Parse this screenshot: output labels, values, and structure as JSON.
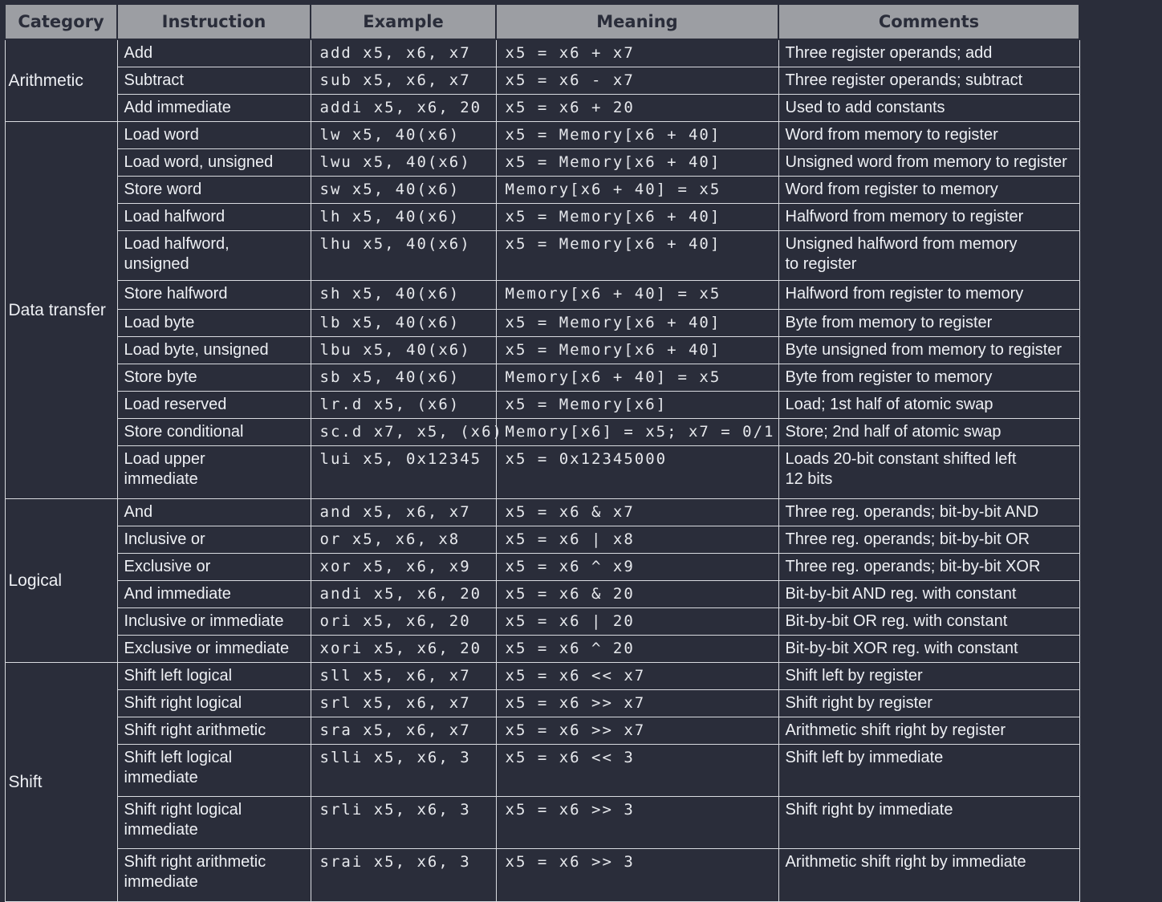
{
  "headers": [
    "Category",
    "Instruction",
    "Example",
    "Meaning",
    "Comments"
  ],
  "groups": [
    {
      "category": "Arithmetic",
      "rows": [
        {
          "instruction": "Add",
          "example": "add x5, x6, x7",
          "meaning": "x5 = x6 + x7",
          "comment": "Three register operands; add"
        },
        {
          "instruction": "Subtract",
          "example": "sub x5, x6, x7",
          "meaning": "x5 = x6 - x7",
          "comment": "Three register operands; subtract"
        },
        {
          "instruction": "Add immediate",
          "example": "addi x5, x6, 20",
          "meaning": "x5 = x6 + 20",
          "comment": "Used to add constants"
        }
      ]
    },
    {
      "category": "Data transfer",
      "rows": [
        {
          "instruction": "Load word",
          "example": "lw x5, 40(x6)",
          "meaning": "x5 = Memory[x6 + 40]",
          "comment": "Word from memory to register"
        },
        {
          "instruction": "Load word, unsigned",
          "example": "lwu x5, 40(x6)",
          "meaning": "x5 = Memory[x6 + 40]",
          "comment": "Unsigned word from memory to register"
        },
        {
          "instruction": "Store word",
          "example": "sw x5, 40(x6)",
          "meaning": "Memory[x6 + 40] = x5",
          "comment": "Word from register to memory"
        },
        {
          "instruction": "Load halfword",
          "example": "lh x5, 40(x6)",
          "meaning": "x5 = Memory[x6 + 40]",
          "comment": "Halfword from memory to register"
        },
        {
          "instruction": "Load halfword,\nunsigned",
          "example": "lhu x5, 40(x6)",
          "meaning": "x5 = Memory[x6 + 40]",
          "comment": "Unsigned halfword from memory\nto register"
        },
        {
          "instruction": "Store halfword",
          "example": "sh x5, 40(x6)",
          "meaning": "Memory[x6 + 40] = x5",
          "comment": "Halfword from register to memory"
        },
        {
          "instruction": "Load byte",
          "example": "lb x5, 40(x6)",
          "meaning": "x5 = Memory[x6 + 40]",
          "comment": "Byte from memory to register"
        },
        {
          "instruction": "Load byte, unsigned",
          "example": "lbu x5, 40(x6)",
          "meaning": "x5 = Memory[x6 + 40]",
          "comment": "Byte unsigned from memory to register"
        },
        {
          "instruction": "Store byte",
          "example": "sb x5, 40(x6)",
          "meaning": "Memory[x6 + 40] = x5",
          "comment": "Byte from register to memory"
        },
        {
          "instruction": "Load reserved",
          "example": "lr.d x5, (x6)",
          "meaning": "x5 = Memory[x6]",
          "comment": "Load; 1st half of atomic swap"
        },
        {
          "instruction": "Store conditional",
          "example": "sc.d x7, x5, (x6)",
          "meaning": "Memory[x6] = x5; x7 = 0/1",
          "comment": "Store; 2nd half of atomic swap"
        },
        {
          "instruction": "Load upper\nimmediate",
          "example": "lui x5, 0x12345",
          "meaning": "x5 = 0x12345000",
          "comment": "Loads 20-bit constant shifted left\n12 bits"
        }
      ]
    },
    {
      "category": "Logical",
      "rows": [
        {
          "instruction": "And",
          "example": "and x5, x6, x7",
          "meaning": "x5 = x6 & x7",
          "comment": "Three reg. operands; bit-by-bit AND"
        },
        {
          "instruction": "Inclusive or",
          "example": "or x5, x6, x8",
          "meaning": "x5 = x6 | x8",
          "comment": "Three reg. operands; bit-by-bit OR"
        },
        {
          "instruction": "Exclusive or",
          "example": "xor x5, x6, x9",
          "meaning": "x5 = x6 ^ x9",
          "comment": "Three reg. operands; bit-by-bit XOR"
        },
        {
          "instruction": "And immediate",
          "example": "andi x5, x6, 20",
          "meaning": "x5 = x6 & 20",
          "comment": "Bit-by-bit AND reg. with constant"
        },
        {
          "instruction": "Inclusive or immediate",
          "example": "ori x5, x6, 20",
          "meaning": "x5 = x6 | 20",
          "comment": "Bit-by-bit OR reg. with constant"
        },
        {
          "instruction": "Exclusive or immediate",
          "example": "xori x5, x6, 20",
          "meaning": "x5 = x6 ^ 20",
          "comment": "Bit-by-bit XOR reg. with constant"
        }
      ]
    },
    {
      "category": "Shift",
      "rows": [
        {
          "instruction": "Shift left logical",
          "example": "sll x5, x6, x7",
          "meaning": "x5 = x6 << x7",
          "comment": "Shift left by register"
        },
        {
          "instruction": "Shift right logical",
          "example": "srl x5, x6, x7",
          "meaning": "x5 = x6 >> x7",
          "comment": "Shift right by register"
        },
        {
          "instruction": "Shift right arithmetic",
          "example": "sra x5, x6, x7",
          "meaning": "x5 = x6 >> x7",
          "comment": "Arithmetic shift right by register"
        },
        {
          "instruction": "Shift left logical\nimmediate",
          "example": "slli x5, x6, 3",
          "meaning": "x5 = x6 << 3",
          "comment": "Shift left by immediate"
        },
        {
          "instruction": "Shift right logical\nimmediate",
          "example": "srli x5, x6, 3",
          "meaning": "x5 = x6 >> 3",
          "comment": "Shift right by immediate"
        },
        {
          "instruction": "Shift right arithmetic\nimmediate",
          "example": "srai x5, x6, 3",
          "meaning": "x5 = x6 >> 3",
          "comment": "Arithmetic shift right by immediate"
        }
      ]
    }
  ]
}
